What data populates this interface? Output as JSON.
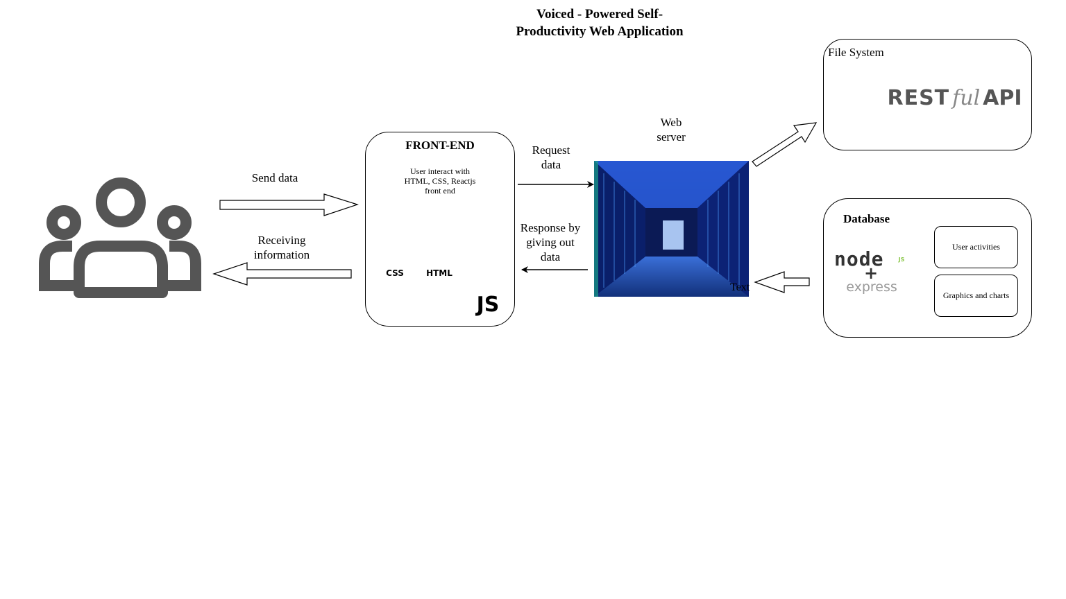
{
  "diagram": {
    "title_line1": "Voiced - Powered Self-",
    "title_line2": "Productivity Web Application"
  },
  "users": {
    "icon": "users-group-icon"
  },
  "arrows": {
    "send_data": "Send data",
    "receiving_line1": "Receiving",
    "receiving_line2": "information",
    "request_line1": "Request",
    "request_line2": "data",
    "response_line1": "Response by",
    "response_line2": "giving out",
    "response_line3": "data"
  },
  "frontend": {
    "title": "FRONT-END",
    "desc_line1": "User interact with",
    "desc_line2": "HTML, CSS, Reactjs",
    "desc_line3": "front end",
    "icons": [
      "react-icon",
      "css3-icon",
      "html5-icon",
      "javascript-icon"
    ],
    "css_label": "CSS",
    "html_label": "HTML",
    "js_label": "JS"
  },
  "web_server": {
    "label_line1": "Web",
    "label_line2": "server",
    "image": "server-room-image",
    "text_tag": "Text"
  },
  "file_system": {
    "label": "File System",
    "logo_rest": "REST",
    "logo_ful": "ful",
    "logo_api": "API"
  },
  "database": {
    "label": "Database",
    "logo_node": "node",
    "logo_js": "JS",
    "logo_plus": "+",
    "logo_express": "express",
    "item1": "User activities",
    "item2": "Graphics and charts"
  },
  "colors": {
    "react": "#61dafb",
    "css": "#1572b6",
    "html": "#e34f26",
    "js": "#f7df1e",
    "node": "#333333",
    "node_green": "#8cc84b",
    "server_blue": "#1e3fa8",
    "users_icon": "#555555"
  }
}
